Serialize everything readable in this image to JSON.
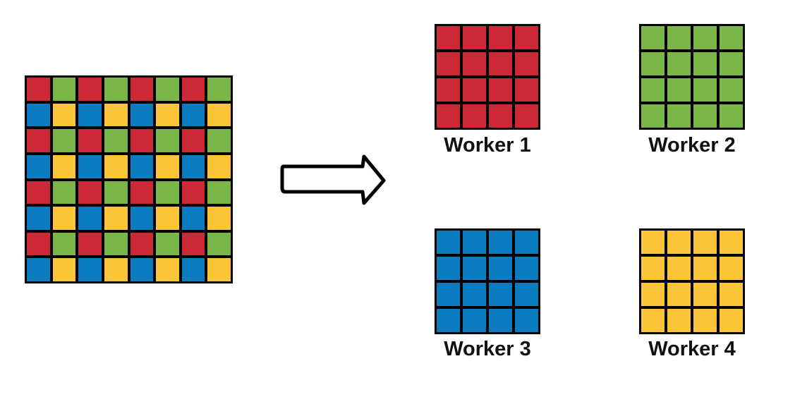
{
  "colors": {
    "red": "#cc2936",
    "green": "#7ab648",
    "blue": "#0c7cc1",
    "yellow": "#fcc438",
    "border": "#000000"
  },
  "source_grid": {
    "rows": 8,
    "cols": 8,
    "pattern": [
      [
        "red",
        "green"
      ],
      [
        "blue",
        "yellow"
      ]
    ]
  },
  "workers": [
    {
      "label": "Worker 1",
      "color": "red"
    },
    {
      "label": "Worker 2",
      "color": "green"
    },
    {
      "label": "Worker 3",
      "color": "blue"
    },
    {
      "label": "Worker 4",
      "color": "yellow"
    }
  ],
  "arrow_icon": "right-arrow-icon"
}
